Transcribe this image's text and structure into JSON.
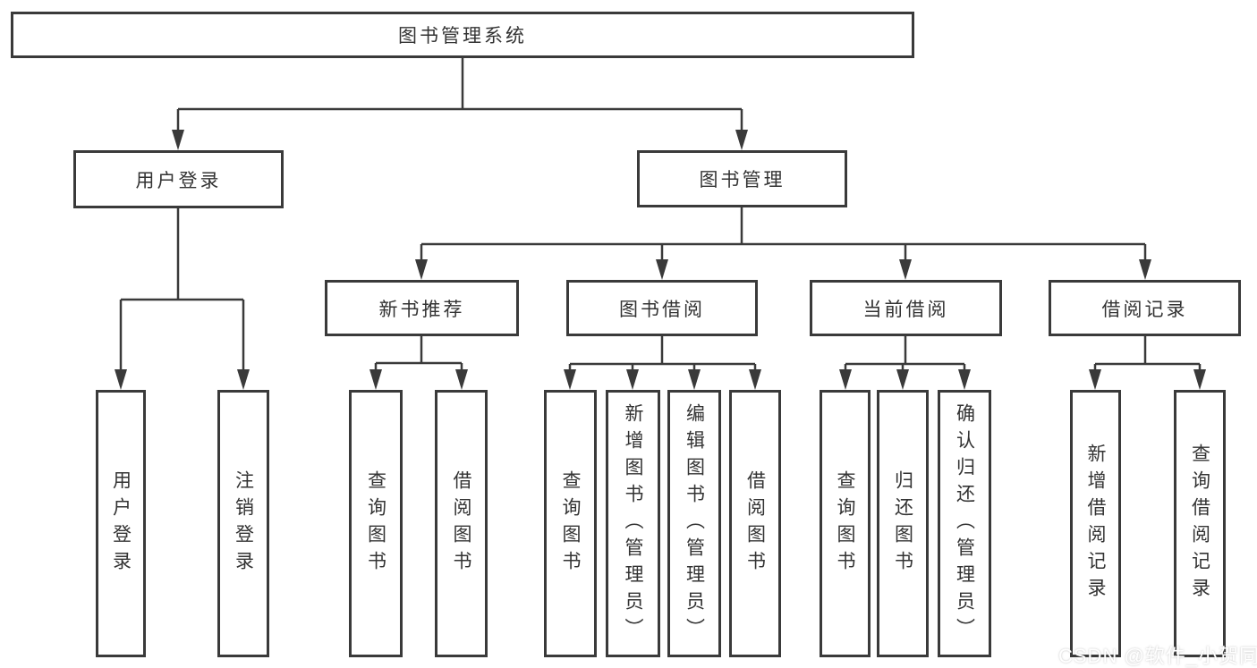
{
  "colors": {
    "line": "#3a3a3a",
    "text": "#333333",
    "background": "#ffffff",
    "watermark_text": "#ffffff"
  },
  "watermark": {
    "text": "CSDN @软件_小贺同学"
  },
  "tree": {
    "root": {
      "label": "图书管理系统"
    },
    "branches": [
      {
        "label": "用户登录",
        "children": [
          {
            "label": "用户登录"
          },
          {
            "label": "注销登录"
          }
        ]
      },
      {
        "label": "图书管理",
        "groups": [
          {
            "label": "新书推荐",
            "children": [
              {
                "label": "查询图书"
              },
              {
                "label": "借阅图书"
              }
            ]
          },
          {
            "label": "图书借阅",
            "children": [
              {
                "label": "查询图书"
              },
              {
                "label": "新增图书（管理员）"
              },
              {
                "label": "编辑图书（管理员）"
              },
              {
                "label": "借阅图书"
              }
            ]
          },
          {
            "label": "当前借阅",
            "children": [
              {
                "label": "查询图书"
              },
              {
                "label": "归还图书"
              },
              {
                "label": "确认归还（管理员）"
              }
            ]
          },
          {
            "label": "借阅记录",
            "children": [
              {
                "label": "新增借阅记录"
              },
              {
                "label": "查询借阅记录"
              }
            ]
          }
        ]
      }
    ]
  }
}
